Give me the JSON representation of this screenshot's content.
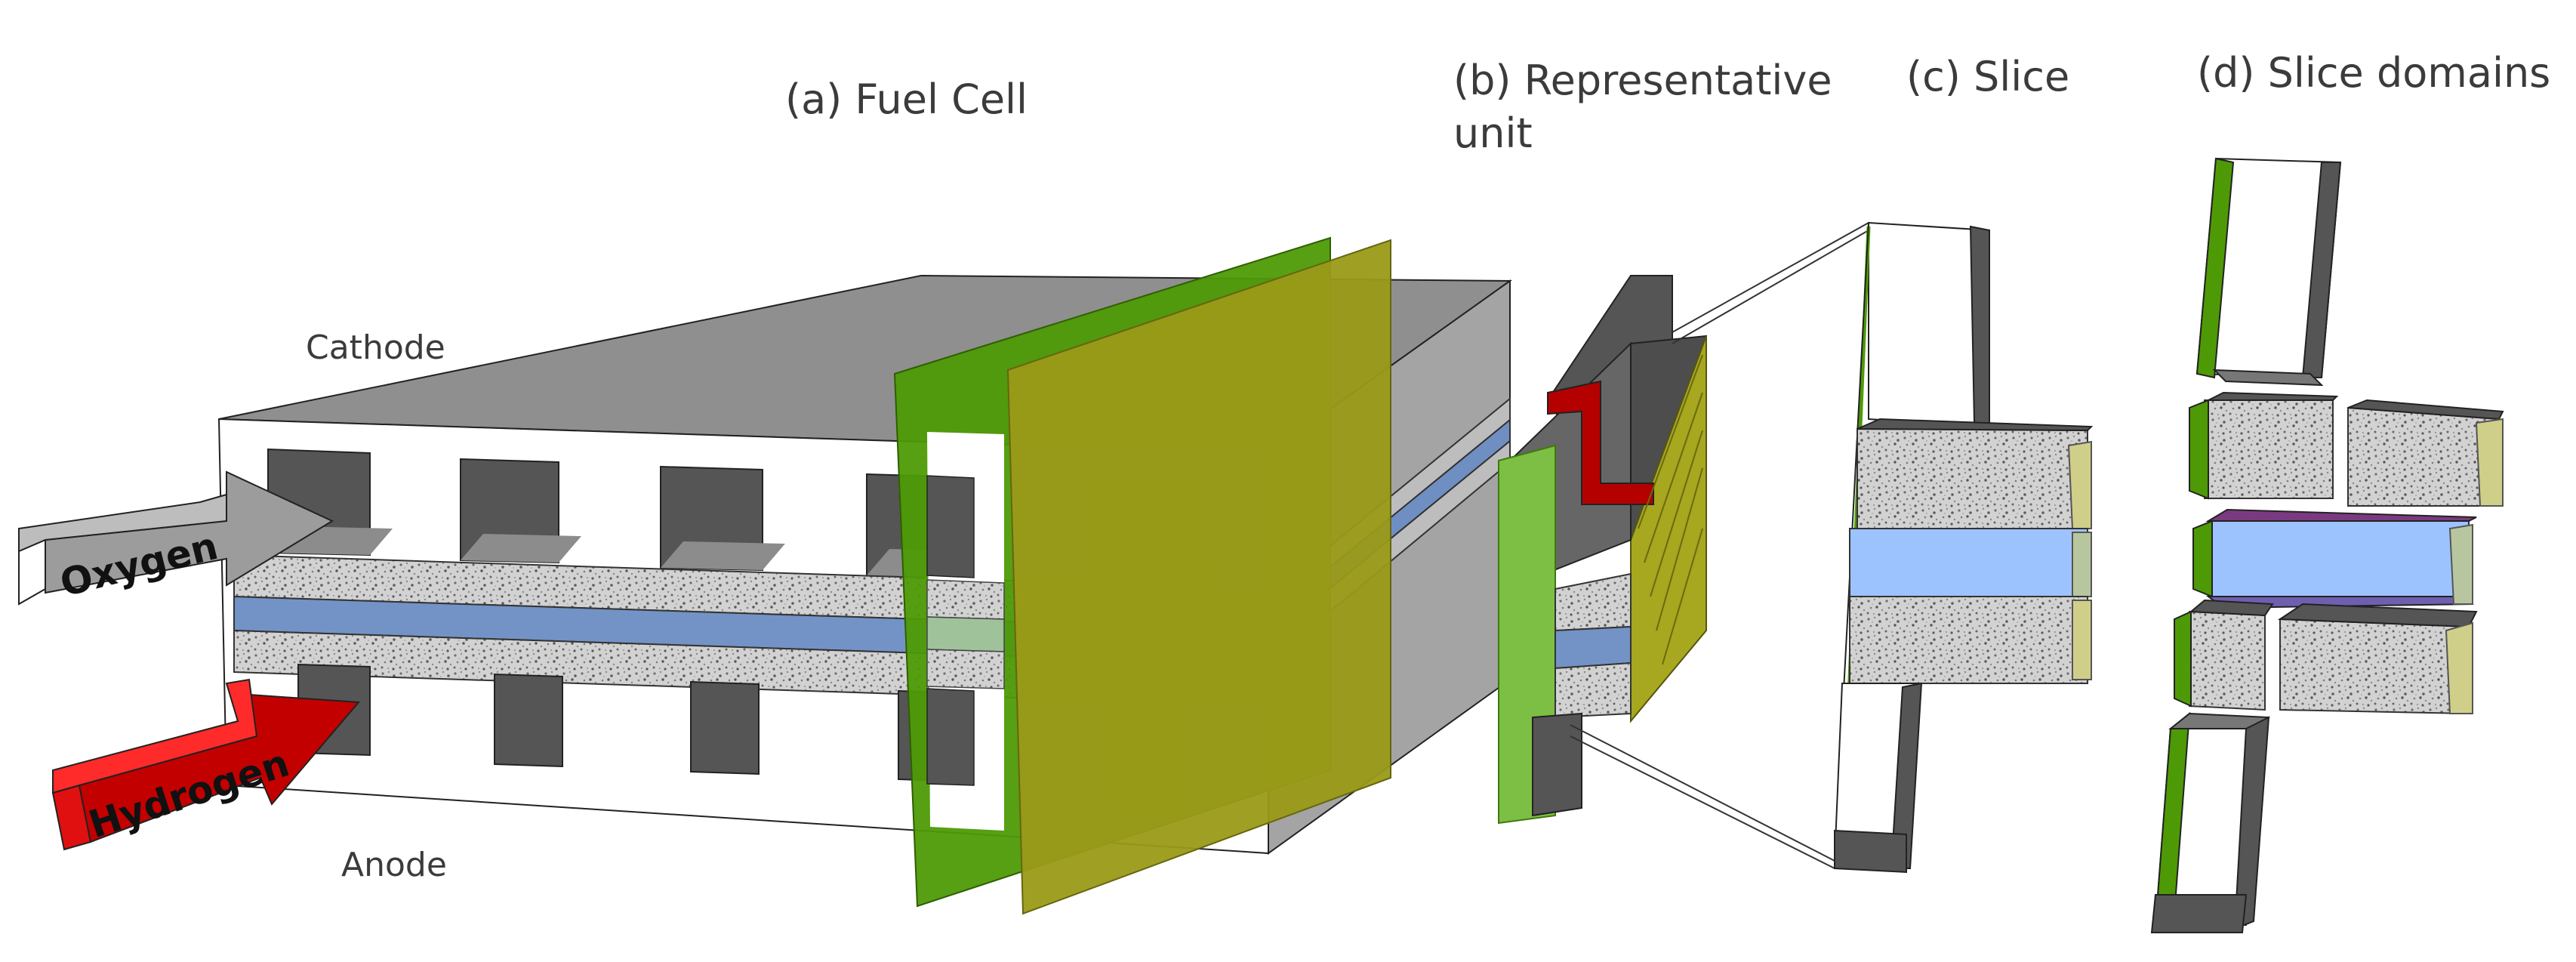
{
  "labels": {
    "fuel_cell": "(a) Fuel Cell",
    "representative_unit_line1": "(b) Representative",
    "representative_unit_line2": "unit",
    "slice": "(c) Slice",
    "slice_domains": "(d) Slice domains",
    "cathode": "Cathode",
    "anode": "Anode",
    "oxygen": "Oxygen",
    "hydrogen": "Hydrogen"
  },
  "colors": {
    "body_top": "#8f8f8f",
    "body_side": "#a3a3a3",
    "front_face": "#ffffff",
    "channel": "#555555",
    "gdl": "#c9c9c9",
    "membrane": "#7393c6",
    "membrane_light": "#9dc3ff",
    "slice_green": "#4e9a06",
    "slice_olive": "#9a9a18",
    "oxygen_arrow": "#9c9c9c",
    "hydrogen_arrow": "#c30000",
    "highlight_red": "#b50000",
    "purple": "#7b3a80"
  }
}
